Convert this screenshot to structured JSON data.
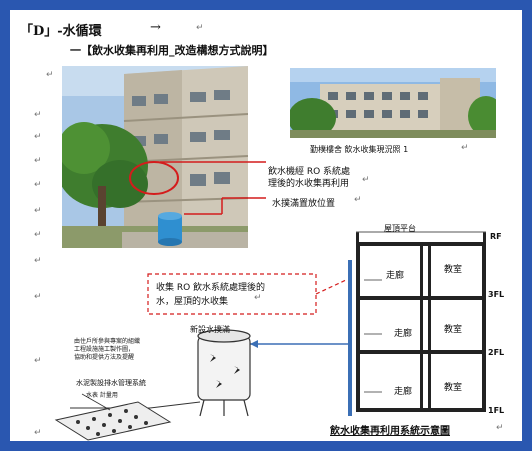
{
  "header": {
    "section_label": "「D」-水循環",
    "arrow": "→",
    "subtitle": "一【飲水收集再利用_改造構想方式說明】"
  },
  "return_mark": "↵",
  "photos": {
    "right_caption": "勤樸樓舍 飲水收集現況照 1",
    "annotation_1_line1": "飲水機經 RO 系統處",
    "annotation_1_line2": "理後的水收集再利用",
    "annotation_2": "水撲滿置放位置"
  },
  "diagram": {
    "dashed_note_line1": "收集 RO 飲水系統處理後的",
    "dashed_note_line2": "水，屋頂的水收集",
    "roof_label": "屋頂平台",
    "floors": [
      "RF",
      "3FL",
      "2FL",
      "1FL"
    ],
    "corridor": "走廊",
    "classroom": "教室",
    "tank_label": "新設水撲滿",
    "small_note_line1": "由住戶所參與專案的組織",
    "small_note_line2": "工程設施施工製作圖，",
    "small_note_line3": "協助和提供方法及提醒",
    "pipe_label": "水泥製設排水管理系統",
    "meter_label": "水表 計量用",
    "footer_caption": "飲水收集再利用系統示意圖"
  },
  "colors": {
    "frame": "#2a57b0",
    "annotation_red": "#d41c1c",
    "pipe_blue": "#3b6fb5",
    "tank_blue": "#2f8fd0"
  }
}
